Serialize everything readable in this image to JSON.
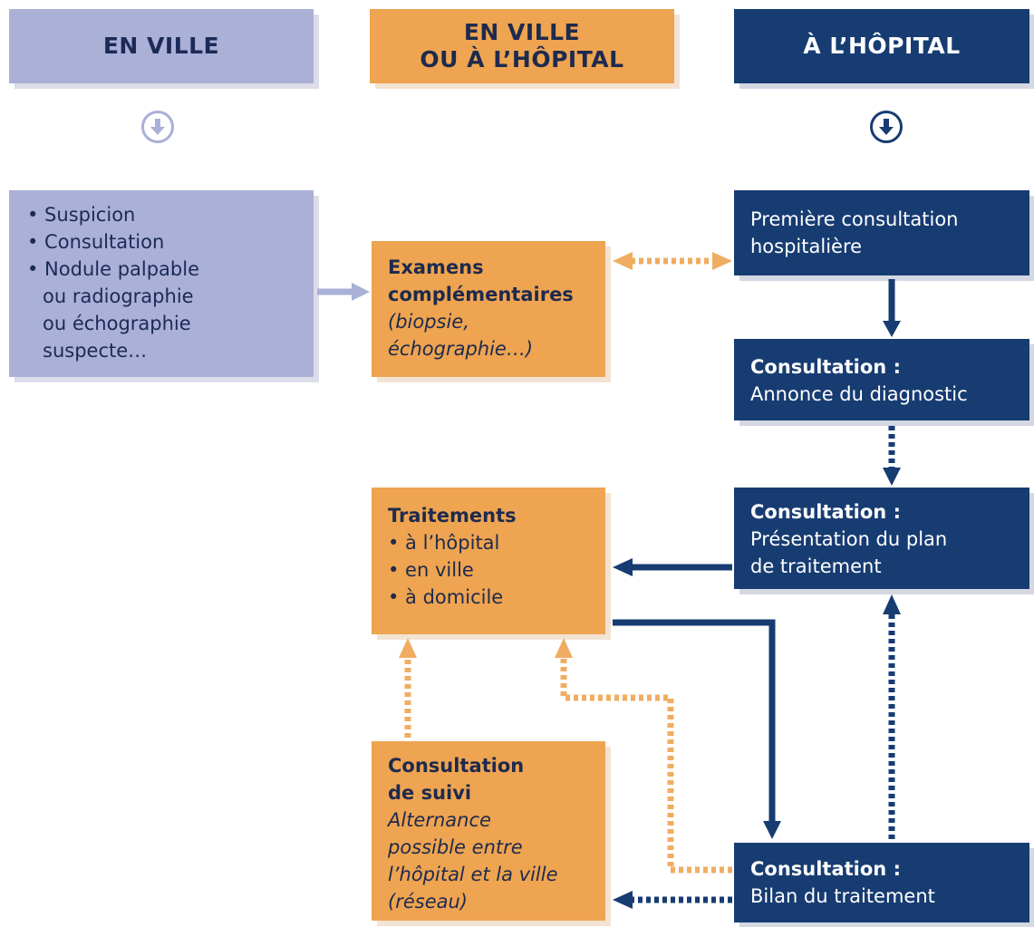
{
  "headers": {
    "ville": "EN VILLE",
    "ville_ou_hopital": [
      "EN VILLE",
      "OU À L’HÔPITAL"
    ],
    "hopital": "À L’HÔPITAL"
  },
  "boxes": {
    "ville_start": [
      "• Suspicion",
      "• Consultation",
      "• Nodule palpable",
      "ou radiographie",
      "ou échographie",
      "suspecte…"
    ],
    "examens": {
      "title": [
        "Examens",
        "complémentaires"
      ],
      "note": [
        "(biopsie,",
        "échographie…)"
      ]
    },
    "premiere": [
      "Première consultation",
      "hospitalière"
    ],
    "annonce": {
      "title": "Consultation :",
      "text": "Annonce du diagnostic"
    },
    "presentation": {
      "title": "Consultation :",
      "text": [
        "Présentation du plan",
        "de traitement"
      ]
    },
    "traitements": {
      "title": "Traitements",
      "items": [
        "• à l’hôpital",
        "• en ville",
        "• à domicile"
      ]
    },
    "suivi": {
      "title": [
        "Consultation",
        "de suivi"
      ],
      "note": [
        "Alternance",
        "possible entre",
        "l’hôpital et la ville",
        "(réseau)"
      ]
    },
    "bilan": {
      "title": "Consultation :",
      "text": "Bilan du traitement"
    }
  },
  "colors": {
    "lavender": "#aab0d6",
    "orange": "#eea450",
    "navy": "#173c72",
    "orange_dotted": "#f0ad62"
  },
  "icons": [
    "arrow-down-circle-icon",
    "arrow-down-circle-icon"
  ]
}
